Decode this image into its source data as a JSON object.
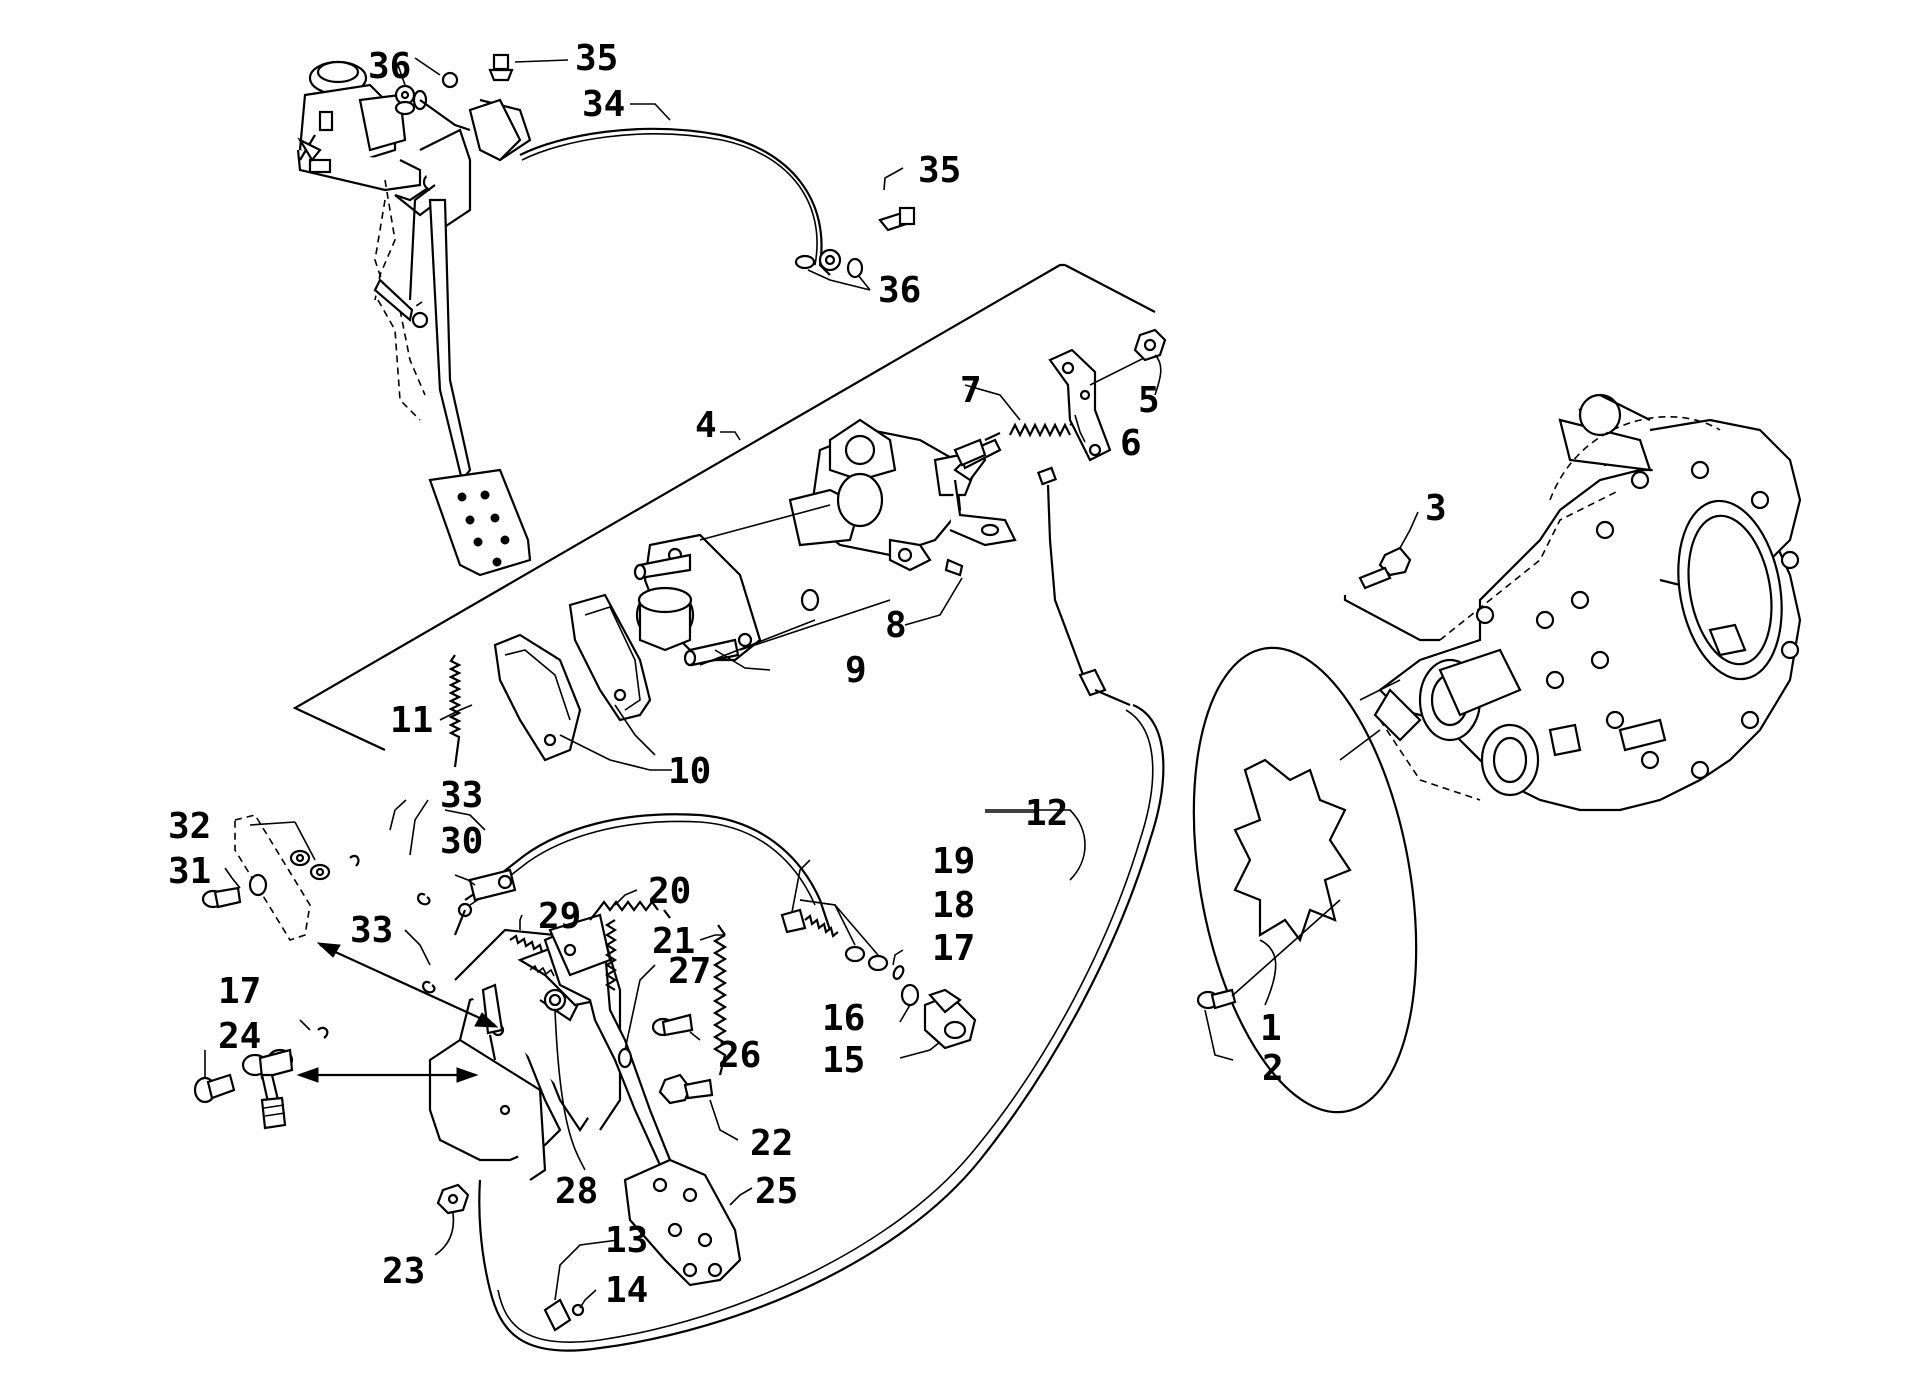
{
  "callouts": {
    "c1": "1",
    "c2": "2",
    "c3": "3",
    "c4": "4",
    "c5": "5",
    "c6": "6",
    "c7": "7",
    "c8": "8",
    "c9": "9",
    "c10": "10",
    "c11": "11",
    "c12": "12",
    "c13": "13",
    "c14": "14",
    "c15": "15",
    "c16": "16",
    "c17a": "17",
    "c17b": "17",
    "c18": "18",
    "c19": "19",
    "c20": "20",
    "c21": "21",
    "c22": "22",
    "c23": "23",
    "c24": "24",
    "c25": "25",
    "c26": "26",
    "c27": "27",
    "c28": "28",
    "c29": "29",
    "c30": "30",
    "c31": "31",
    "c32": "32",
    "c33a": "33",
    "c33b": "33",
    "c34": "34",
    "c35a": "35",
    "c35b": "35",
    "c36a": "36",
    "c36b": "36"
  }
}
